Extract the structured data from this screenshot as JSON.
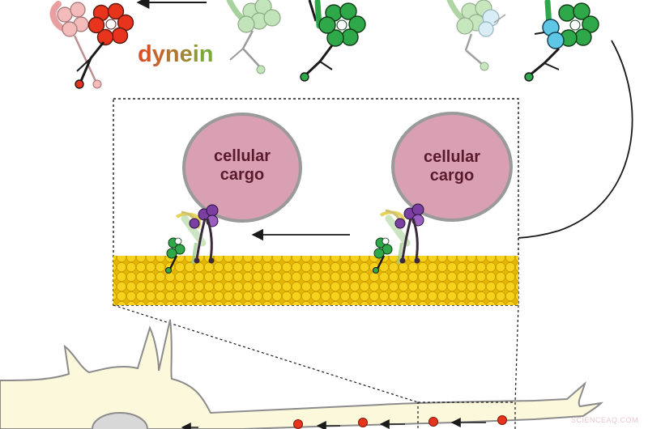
{
  "labels": {
    "dynein": "dynein",
    "cargo_left_line1": "cellular",
    "cargo_left_line2": "cargo",
    "cargo_right_line1": "cellular",
    "cargo_right_line2": "cargo",
    "watermark": "SCIENCEAQ.COM"
  },
  "colors": {
    "dynein_active": "#e8341c",
    "dynein_inactive": "#f0a6a6",
    "dynein_green": "#2fa84a",
    "dynein_green_light": "#a8d8a0",
    "lis1_blue": "#5fc7e6",
    "lis1_blue_light": "#cfe9f3",
    "cargo_fill": "#d8a0b2",
    "cargo_edge": "#9a9a9a",
    "microtubule": "#f2c90a",
    "neuron_fill": "#fbf8dc",
    "neuron_edge": "#8c8c8c",
    "vesicle": "#e8341c",
    "dynactin_purple": "#7a3fa0"
  },
  "icons": {
    "top_arrow": "arrow-left-icon",
    "curved_arrow": "curved-arrow-icon",
    "transport_arrow": "arrow-left-icon"
  }
}
